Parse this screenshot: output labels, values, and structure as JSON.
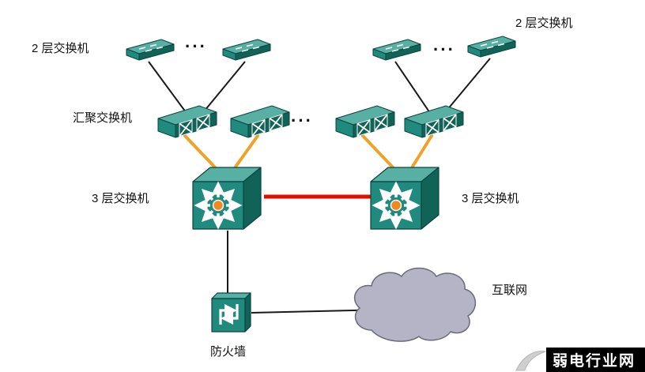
{
  "diagram": {
    "labels": {
      "layer2_left": "2 层交换机",
      "layer2_right": "2 层交换机",
      "aggregation": "汇聚交换机",
      "layer3_left": "3 层交换机",
      "layer3_right": "3 层交换机",
      "firewall": "防火墙",
      "internet": "互联网"
    },
    "ellipsis": "···",
    "watermark": "弱电行业网",
    "colors": {
      "switch_top": "#57b0a3",
      "switch_front": "#1f8a7d",
      "switch_side": "#116257",
      "switch_outline": "#0a4540",
      "link_black": "#1a1a1a",
      "link_orange": "#f0a227",
      "link_red": "#e01000",
      "cloud_fill": "#b5b4c6",
      "cloud_outline": "#6a6a7a",
      "center_dot": "#f08a1e"
    },
    "topology": {
      "nodes": [
        "layer2-switch-1",
        "layer2-switch-2",
        "layer2-switch-3",
        "layer2-switch-4",
        "aggregation-switch-1",
        "aggregation-switch-2",
        "aggregation-switch-3",
        "aggregation-switch-4",
        "layer3-switch-left",
        "layer3-switch-right",
        "firewall",
        "internet-cloud"
      ],
      "links": [
        {
          "from": "layer2-switch-1",
          "to": "aggregation-switch-1",
          "color": "black"
        },
        {
          "from": "layer2-switch-2",
          "to": "aggregation-switch-1",
          "color": "black"
        },
        {
          "from": "layer2-switch-3",
          "to": "aggregation-switch-4",
          "color": "black"
        },
        {
          "from": "layer2-switch-4",
          "to": "aggregation-switch-4",
          "color": "black"
        },
        {
          "from": "aggregation-switch-1",
          "to": "layer3-switch-left",
          "color": "orange"
        },
        {
          "from": "aggregation-switch-2",
          "to": "layer3-switch-left",
          "color": "orange"
        },
        {
          "from": "aggregation-switch-3",
          "to": "layer3-switch-right",
          "color": "orange"
        },
        {
          "from": "aggregation-switch-4",
          "to": "layer3-switch-right",
          "color": "orange"
        },
        {
          "from": "layer3-switch-left",
          "to": "layer3-switch-right",
          "color": "red"
        },
        {
          "from": "layer3-switch-left",
          "to": "firewall",
          "color": "black"
        },
        {
          "from": "firewall",
          "to": "internet-cloud",
          "color": "black"
        }
      ]
    }
  }
}
